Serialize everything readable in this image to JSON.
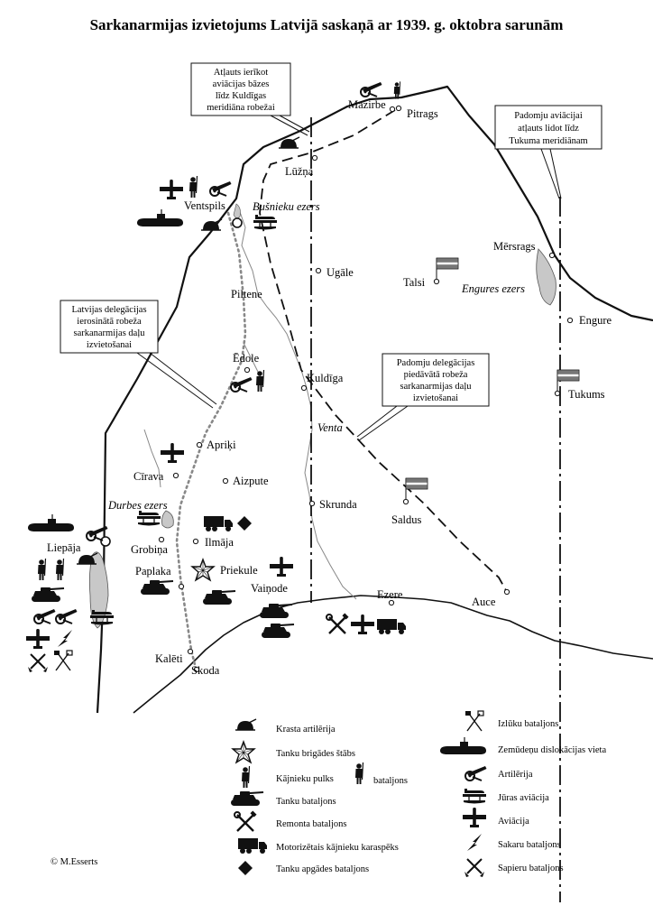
{
  "title": "Sarkanarmijas izvietojums Latvijā saskaņā ar 1939. g. oktobra sarunām",
  "places": {
    "mazirbe": "Mazirbe",
    "pitrags": "Pitrags",
    "luzna": "Lūžņa",
    "ventspils": "Ventspils",
    "ugale": "Ugāle",
    "talsi": "Talsi",
    "mersrags": "Mērsrags",
    "piltene": "Piltene",
    "engure": "Engure",
    "edole": "Ēdole",
    "kuldiga": "Kuldīga",
    "tukums": "Tukums",
    "aprikі": "Apriķi",
    "cirava": "Cīrava",
    "aizpute": "Aizpute",
    "skrunda": "Skrunda",
    "saldus": "Saldus",
    "liepaja": "Liepāja",
    "grobina": "Grobiņa",
    "ilmaja": "Ilmāja",
    "paplaka": "Paplaka",
    "priekule": "Priekule",
    "vainode": "Vaiņode",
    "ezere": "Ezere",
    "auce": "Auce",
    "kaleti": "Kalēti",
    "skoda": "Skoda"
  },
  "lakes": {
    "busnieku": "Bušnieku ezers",
    "engures": "Engures ezers",
    "durbes": "Durbes ezers",
    "venta": "Venta"
  },
  "callouts": {
    "air_bases": [
      "Atļauts ierīkot",
      "aviācijas bāzes",
      "līdz Kuldīgas",
      "meridiāna robežai"
    ],
    "soviet_flight": [
      "Padomju aviācijai",
      "atļauts lidot līdz",
      "Tukuma meridiānam"
    ],
    "latvian_line": [
      "Latvijas delegācijas",
      "ierosinātā robeža",
      "sarkanarmijas daļu",
      "izvietošanai"
    ],
    "soviet_line": [
      "Padomju delegācijas",
      "piedāvātā robeža",
      "sarkanarmijas daļu",
      "izvietošanai"
    ]
  },
  "legend": {
    "coastal_artillery": "Krasta artilērija",
    "tank_brigade_hq": "Tanku brigādes štābs",
    "infantry_regiment": "Kājnieku pulks",
    "battalion": "bataljons",
    "tank_battalion": "Tanku bataljons",
    "repair_battalion": "Remonta bataljons",
    "motorized_infantry": "Motorizētais kājnieku karaspēks",
    "tank_supply": "Tanku apgādes bataljons",
    "recon_battalion": "Izlūku bataljons",
    "submarine_base": "Zemūdeņu dislokācijas vieta",
    "artillery": "Artilērija",
    "naval_aviation": "Jūras aviācija",
    "aviation": "Aviācija",
    "signal_battalion": "Sakaru bataljons",
    "sapper_battalion": "Sapieru bataljons"
  },
  "copyright": "© M.Esserts",
  "colors": {
    "ink": "#111111",
    "lake_fill": "#c8c8c8",
    "river": "#888888"
  },
  "icons": [
    "aircraft-icon",
    "soldier-icon",
    "cannon-icon",
    "submarine-icon",
    "seaplane-icon",
    "tank-icon",
    "truck-icon",
    "star-icon",
    "diamond-icon",
    "bunker-icon",
    "crossed-tools-icon",
    "recon-flags-icon",
    "signal-bolt-icon",
    "sapper-icon",
    "latvian-flag-icon"
  ]
}
